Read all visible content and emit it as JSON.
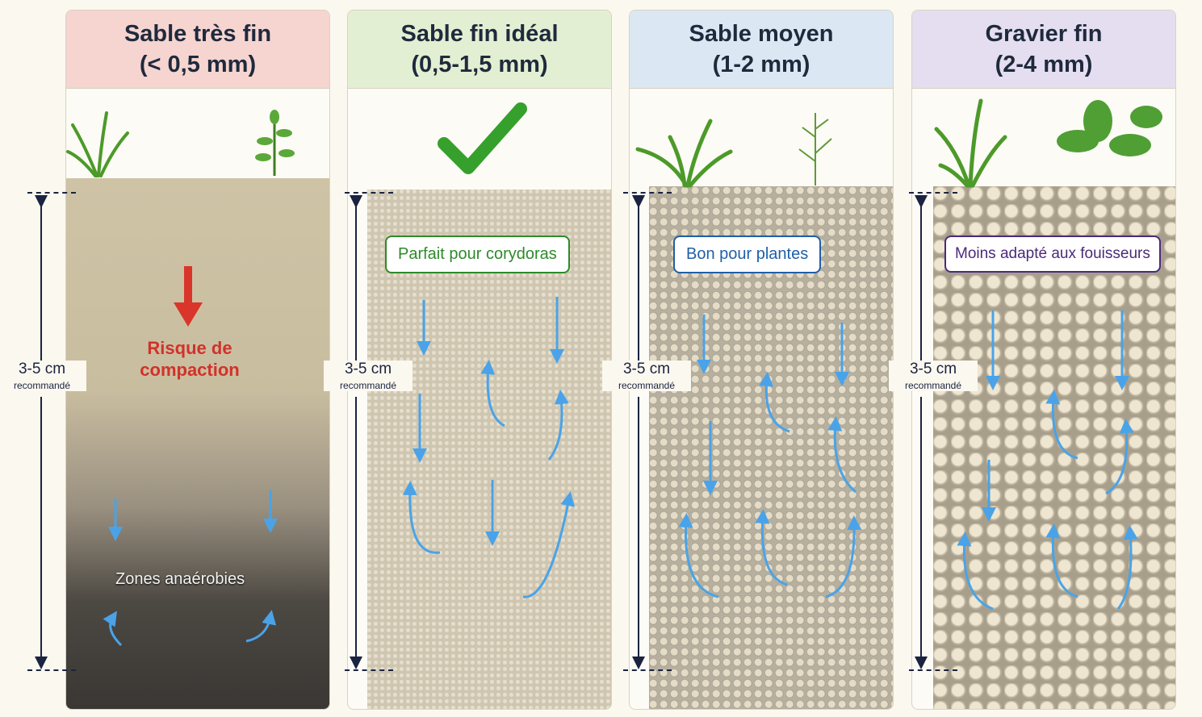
{
  "panels": [
    {
      "title": "Sable très fin",
      "size": "(< 0,5 mm)",
      "header_color": "#f6d4d0"
    },
    {
      "title": "Sable fin idéal",
      "size": "(0,5-1,5 mm)",
      "header_color": "#e3efd2"
    },
    {
      "title": "Sable moyen",
      "size": "(1-2 mm)",
      "header_color": "#dbe8f3"
    },
    {
      "title": "Gravier fin",
      "size": "(2-4 mm)",
      "header_color": "#e4def0"
    }
  ],
  "depth": {
    "value": "3-5 cm",
    "sub": "recommandé"
  },
  "panel1": {
    "risk_line1": "Risque de",
    "risk_line2": "compaction",
    "anaerobic": "Zones anaérobies"
  },
  "tags": {
    "panel2": "Parfait pour corydoras",
    "panel3": "Bon pour plantes",
    "panel4": "Moins adapté aux fouisseurs"
  },
  "colors": {
    "tag_green": "#2e8a2a",
    "tag_blue": "#1f5fa8",
    "tag_purple": "#4b2a7a",
    "check": "#35a02c",
    "arrow": "#4aa3e8"
  }
}
